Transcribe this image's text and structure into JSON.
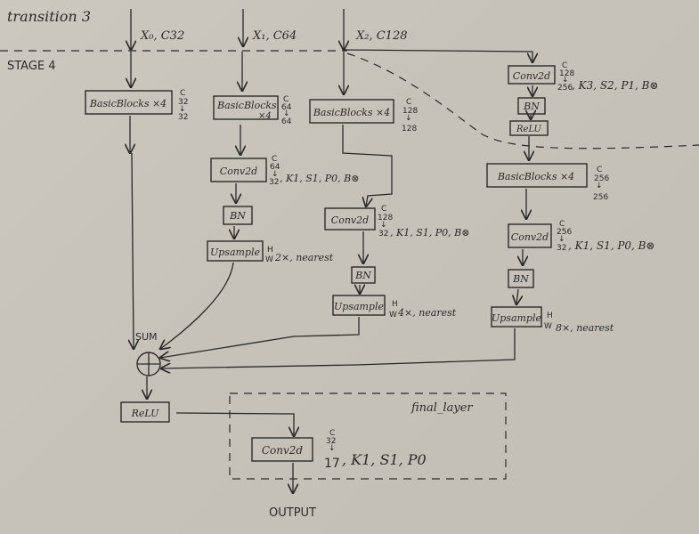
{
  "header": {
    "transition": "transition 3",
    "stage": "STAGE 4"
  },
  "inputs": {
    "x0": "X₀, C32",
    "x1": "X₁, C64",
    "x2": "X₂, C128"
  },
  "branch0": {
    "block": "BasicBlocks ×4",
    "ch_label": "C",
    "ch_in": "32",
    "ch_out": "32"
  },
  "branch1": {
    "block_line1": "BasicBlocks",
    "block_line2": "×4",
    "ch_label": "C",
    "ch_in": "64",
    "ch_out": "64",
    "conv": "Conv2d",
    "conv_c": "C",
    "conv_in": "64",
    "conv_out": "32",
    "conv_params": ", K1, S1, P0, B⊗",
    "bn": "BN",
    "upsample": "Upsample",
    "up_hw_h": "H",
    "up_hw_w": "W",
    "up_params": "2×, nearest"
  },
  "branch2": {
    "block": "BasicBlocks ×4",
    "ch_label": "C",
    "ch_in": "128",
    "ch_out": "128",
    "conv": "Conv2d",
    "conv_c": "C",
    "conv_in": "128",
    "conv_out": "32",
    "conv_params": ", K1, S1, P0, B⊗",
    "bn": "BN",
    "upsample": "Upsample",
    "up_hw_h": "H",
    "up_hw_w": "W",
    "up_params": "4×, nearest"
  },
  "branch3": {
    "down_conv": "Conv2d",
    "down_c": "C",
    "down_in": "128",
    "down_out": "256",
    "down_params": ", K3, S2, P1, B⊗",
    "down_bn": "BN",
    "down_relu": "ReLU",
    "block": "BasicBlocks ×4",
    "ch_label": "C",
    "ch_in": "256",
    "ch_out": "256",
    "conv": "Conv2d",
    "conv_c": "C",
    "conv_in": "256",
    "conv_out": "32",
    "conv_params": ", K1, S1, P0, B⊗",
    "bn": "BN",
    "upsample": "Upsample",
    "up_hw_h": "H",
    "up_hw_w": "W",
    "up_params": "8×, nearest"
  },
  "fusion": {
    "sum_label": "SUM",
    "sum_symbol": "+",
    "relu": "ReLU"
  },
  "final": {
    "group_label": "final_layer",
    "conv": "Conv2d",
    "c": "C",
    "in": "32",
    "out": "17",
    "params": ", K1, S1, P0",
    "output": "OUTPUT"
  }
}
